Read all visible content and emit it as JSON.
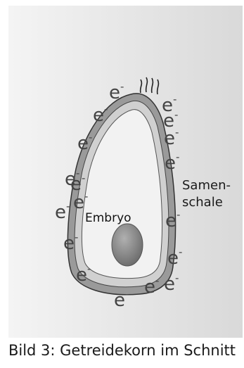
{
  "figure": {
    "caption": "Bild 3: Getreidekorn im Schnitt",
    "labels": {
      "seed_coat": [
        "Samen-",
        "schale"
      ],
      "embryo": "Embryo"
    },
    "electron_symbol": "e",
    "electron_charge": "-",
    "electron_count": 18,
    "colors": {
      "background_light": "#f4f4f4",
      "background_dark": "#d9d9d9",
      "outer_coat": "#9a9a9a",
      "inner_coat": "#d0d0d0",
      "endosperm": "#f2f2f2",
      "embryo": "#8c8c8c",
      "electron_text": "#444444"
    }
  }
}
